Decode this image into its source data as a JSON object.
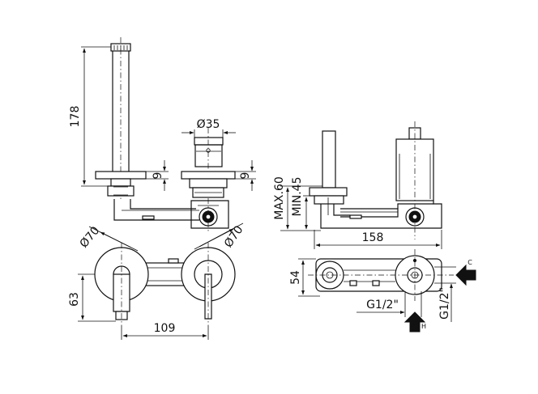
{
  "dimensions": {
    "spout_height": "178",
    "plate_thickness_left": "9",
    "handle_diameter": "Ø35",
    "plate_thickness_right": "9",
    "plate_diameter_left": "Ø70",
    "plate_diameter_right": "Ø70",
    "offset_vertical": "63",
    "centre_distance": "109",
    "depth_max": "MAX.60",
    "depth_min": "MIN.45",
    "body_length": "158",
    "body_height": "54",
    "thread_left": "G1/2\"",
    "thread_right": "G1/2\""
  },
  "inlets": {
    "cold": "C",
    "hot": "H"
  }
}
